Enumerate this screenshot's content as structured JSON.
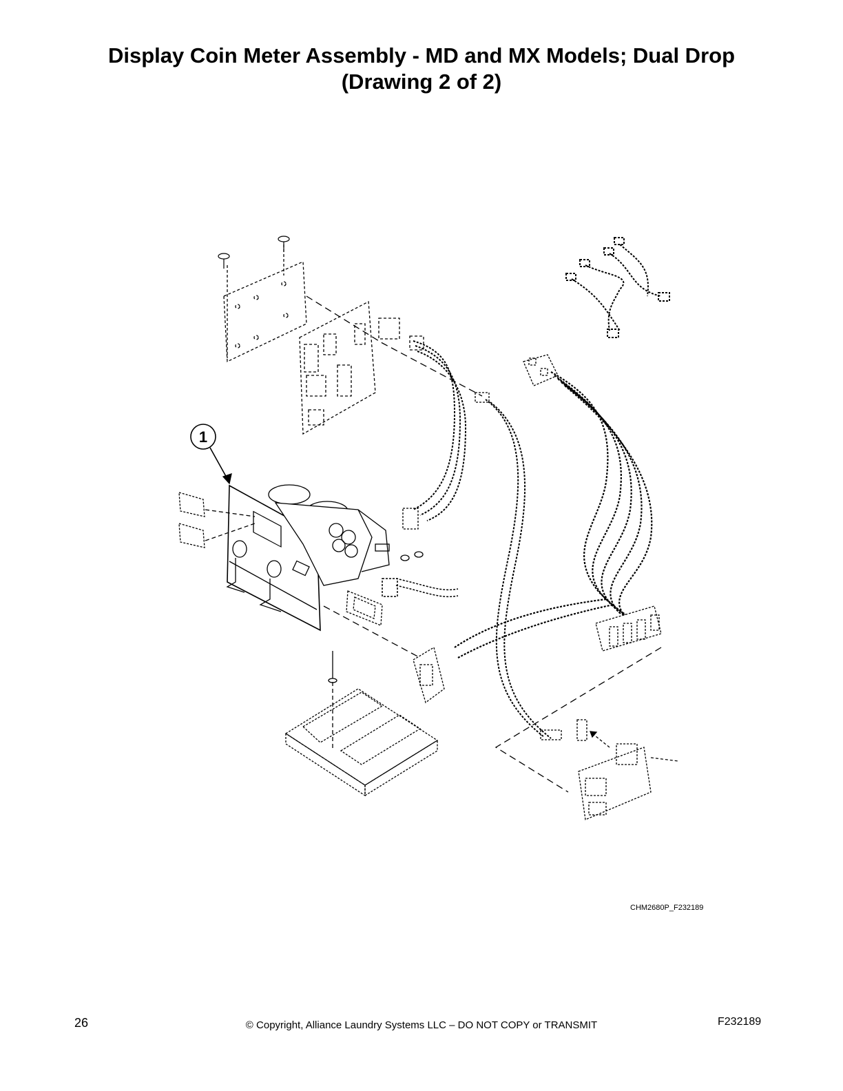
{
  "header": {
    "title_line1": "Display Coin Meter Assembly - MD and MX Models; Dual Drop",
    "title_line2": "(Drawing 2 of 2)"
  },
  "diagram": {
    "callouts": [
      {
        "label": "1"
      }
    ],
    "figure_id": "CHM2680P_F232189"
  },
  "footer": {
    "page_number": "26",
    "copyright": "© Copyright, Alliance Laundry Systems LLC – DO NOT COPY or TRANSMIT",
    "doc_code": "F232189"
  }
}
